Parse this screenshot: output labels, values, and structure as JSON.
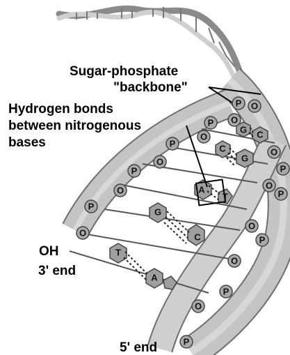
{
  "labels": {
    "backbone_line1": "Sugar-phosphate",
    "backbone_line2": "\"backbone\"",
    "hbond_line1": "Hydrogen bonds",
    "hbond_line2": "between nitrogenous",
    "hbond_line3": "bases",
    "oh": "OH",
    "end3": "3' end",
    "end5": "5' end"
  },
  "nodes": {
    "phosphate": "P",
    "sugar": "O",
    "base_A": "A",
    "base_T": "T",
    "base_G": "G",
    "base_C": "C"
  },
  "colors": {
    "ribbon": "#bdbdbd",
    "ribbon_edge": "#6e6e6e",
    "node_fill": "#a9a9a9",
    "node_edge": "#444444",
    "text": "#000000"
  }
}
